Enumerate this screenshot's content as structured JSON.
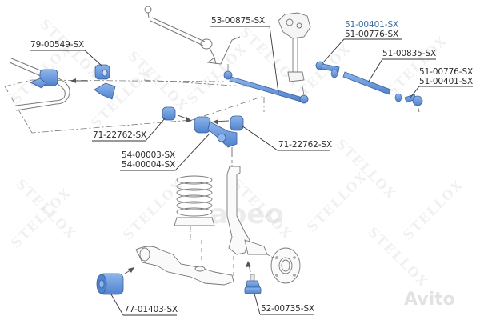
{
  "diagram": {
    "type": "exploded suspension / steering parts diagram",
    "accent_color": "#5b8fd6",
    "outline_color": "#6a6a6a",
    "label_color": "#2b2b2b",
    "highlight_label_color": "#3a6ea5"
  },
  "labels": {
    "stabilizer_bushing": "79-00549-SX",
    "tie_rod_assembly": "53-00875-SX",
    "tie_rod_end_left_a": "51-00401-SX",
    "tie_rod_end_left_b": "51-00776-SX",
    "center_rod": "51-00835-SX",
    "tie_rod_end_right_a": "51-00776-SX",
    "tie_rod_end_right_b": "51-00401-SX",
    "arm_bushing_left": "71-22762-SX",
    "arm_bushing_right": "71-22762-SX",
    "upper_arm_a": "54-00003-SX",
    "upper_arm_b": "54-00004-SX",
    "lower_arm_bushing": "77-01403-SX",
    "ball_joint": "52-00735-SX"
  },
  "watermarks": {
    "brand": "STELLOX",
    "marketplace_a": "Avito",
    "marketplace_b": "aoeo"
  }
}
